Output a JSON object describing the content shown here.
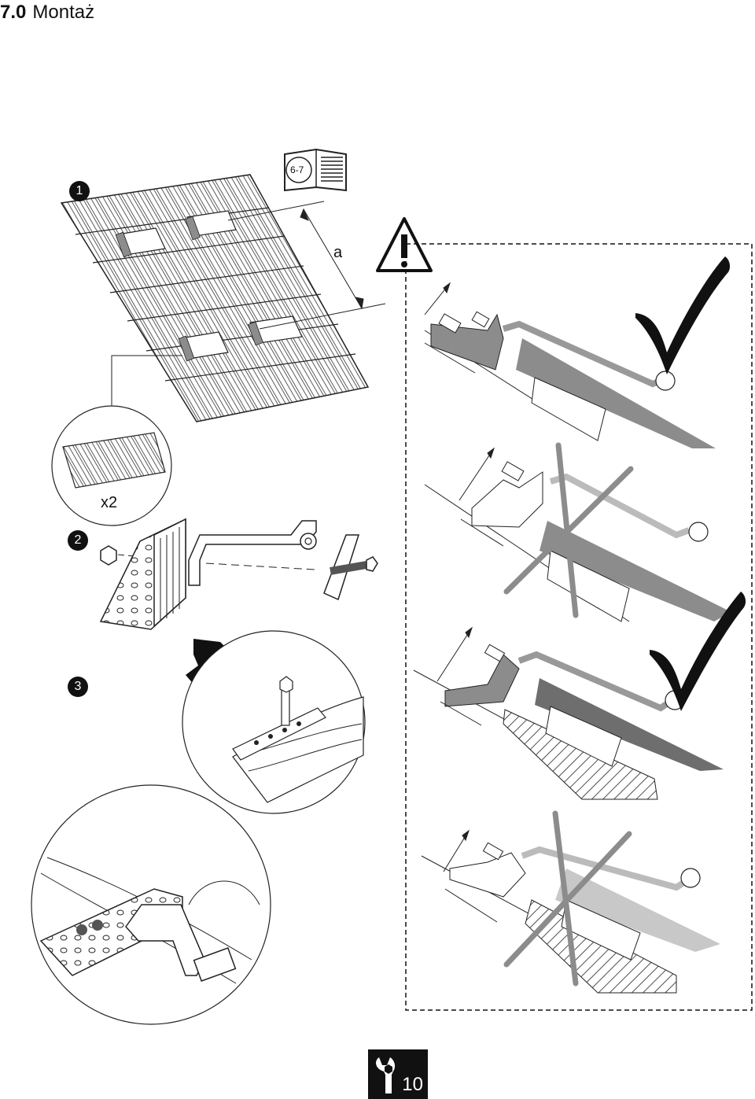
{
  "header": {
    "section_number": "7.0",
    "title": "Montaż"
  },
  "steps": [
    {
      "label": "1"
    },
    {
      "label": "2"
    },
    {
      "label": "3"
    }
  ],
  "manual_ref": {
    "pages": "6-7"
  },
  "dimension": {
    "label": "a"
  },
  "detail": {
    "quantity": "x2"
  },
  "footer": {
    "page_number": "10"
  },
  "icons": [
    "manual-book-icon",
    "warning-triangle-icon",
    "checkmark-icon",
    "cross-out-icon",
    "drill-icon",
    "wrench-icon"
  ],
  "colors": {
    "ink": "#111111",
    "mid_grey": "#8c8c8c",
    "dark_grey": "#6e6e6e",
    "light_grey": "#c8c8c8"
  }
}
